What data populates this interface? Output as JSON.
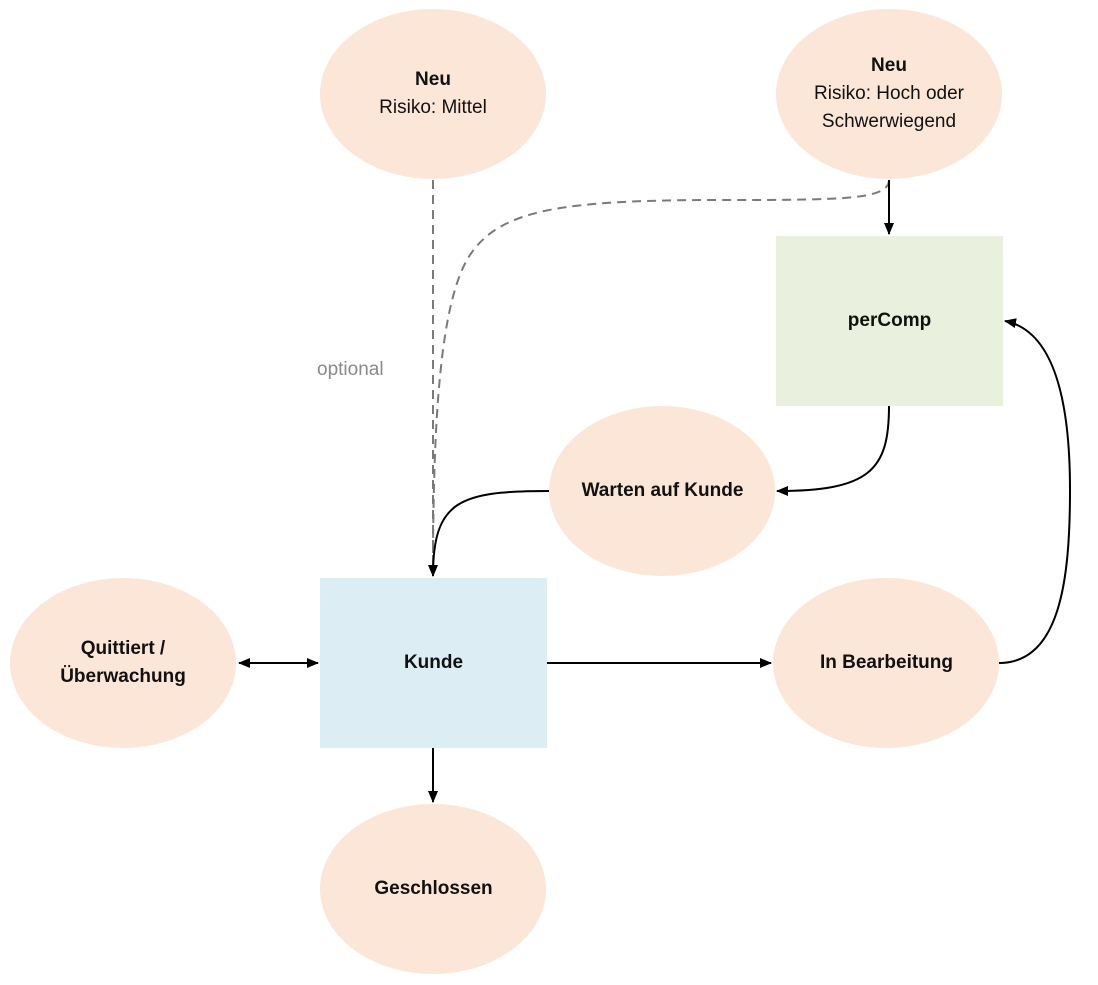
{
  "colors": {
    "state_fill": "#fbe6d8",
    "kunde_fill": "#dcedf3",
    "percomp_fill": "#e9f0de",
    "arrow": "#000000",
    "dashed": "#7a7a7a",
    "label": "#8a8a8a"
  },
  "nodes": {
    "neu_mittel": {
      "title": "Neu",
      "subtitle": "Risiko: Mittel"
    },
    "neu_hoch": {
      "title": "Neu",
      "subtitle_line1": "Risiko: Hoch oder",
      "subtitle_line2": "Schwerwiegend"
    },
    "percomp": {
      "title": "perComp"
    },
    "warten": {
      "title": "Warten auf Kunde"
    },
    "kunde": {
      "title": "Kunde"
    },
    "quittiert": {
      "title_line1": "Quittiert /",
      "title_line2": "Überwachung"
    },
    "bearbeitung": {
      "title": "In Bearbeitung"
    },
    "geschlossen": {
      "title": "Geschlossen"
    }
  },
  "edges": {
    "optional_label": "optional"
  }
}
